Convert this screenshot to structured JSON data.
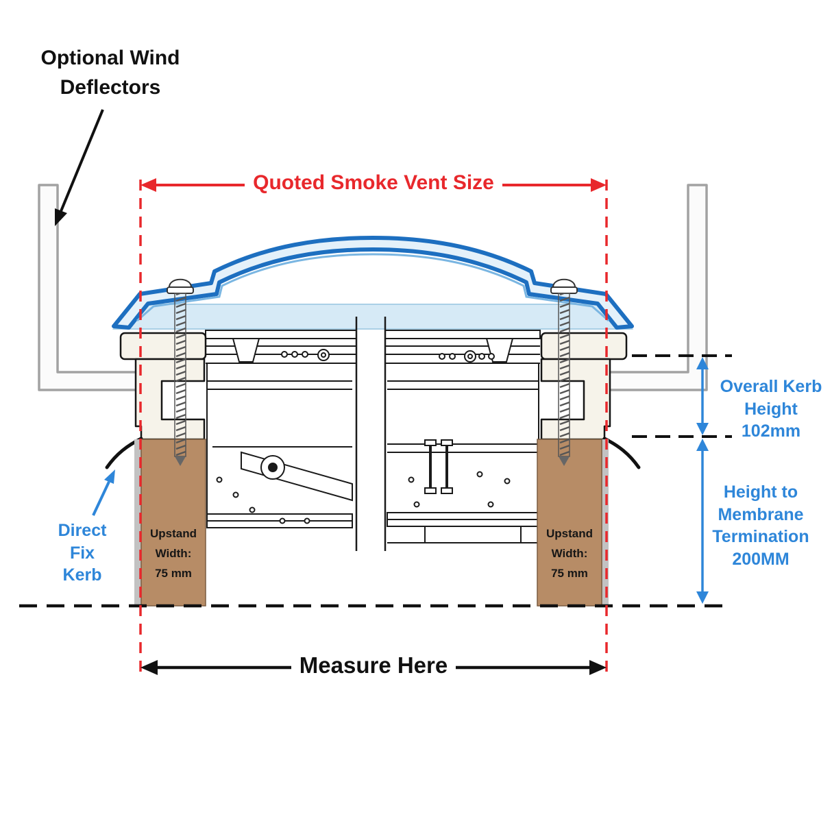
{
  "diagram": "smoke-vent-cross-section",
  "colors": {
    "dimension_red": "#e8282c",
    "dimension_blue": "#2e86d9",
    "line_black": "#111111",
    "dome_blue": "#1d6fc0",
    "dome_fill": "#e4f1fa",
    "upstand_brown": "#b78c66",
    "deflector_grey": "#a2a2a2",
    "kerb_cream": "#f6f3ea"
  },
  "labels": {
    "wind_deflectors": [
      "Optional Wind",
      "Deflectors"
    ],
    "quoted_size": "Quoted Smoke Vent Size",
    "direct_fix_kerb": [
      "Direct",
      "Fix",
      "Kerb"
    ],
    "upstand_left": [
      "Upstand",
      "Width:",
      "75 mm"
    ],
    "upstand_right": [
      "Upstand",
      "Width:",
      "75 mm"
    ],
    "kerb_height": [
      "Overall Kerb",
      "Height 102mm"
    ],
    "membrane_height": [
      "Height to",
      "Membrane",
      "Termination",
      "200MM"
    ],
    "measure_here": "Measure Here"
  }
}
